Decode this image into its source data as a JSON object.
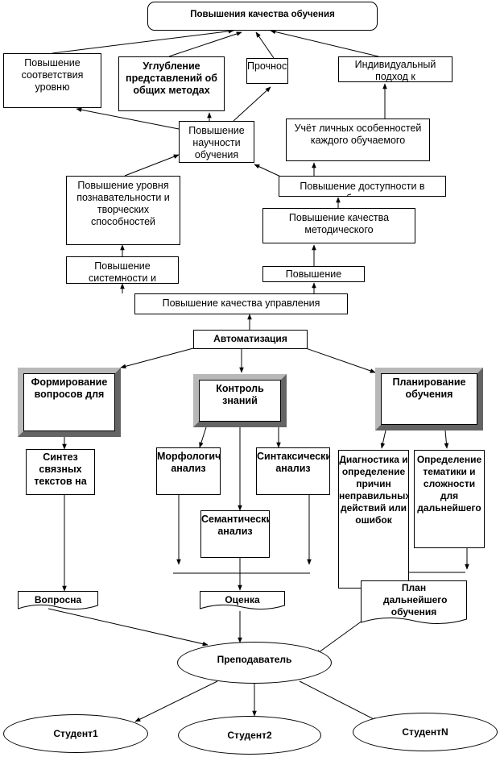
{
  "nodes": {
    "top": "Повышения качества обучения",
    "conformity": "Повышение соответствия уровню",
    "deepening": "Углубление представлений об общих методах",
    "durability": "Прочность",
    "individual": "Индивидуальный подход к",
    "scientific": "Повышение научности обучения",
    "personal": "Учёт личных особенностей каждого обучаемого",
    "accessibility": "Повышение доступности в обучении",
    "cognitive": "Повышение уровня познавательности и творческих способностей",
    "methodical": "Повышение качества методического",
    "systematic": "Повышение системности и",
    "increase": "Повышение",
    "management": "Повышение качества управления",
    "automation": "Автоматизация",
    "forming": "Формирование вопросов для",
    "control": "Контроль знаний",
    "planning": "Планирование обучения",
    "synthesis": "Синтез связных текстов на",
    "morph": "Морфологический анализ",
    "syntax": "Синтаксический анализ",
    "diagnostics": "Диагностика и определение причин неправильных действий или ошибок",
    "topics": "Определение тематики и сложности для дальнейшего",
    "semantic": "Семантический анализ",
    "questionnaire": "Вопросна",
    "grade": "Оценка",
    "plan": "План дальнейшего обучения",
    "teacher": "Преподаватель",
    "student1": "Студент1",
    "student2": "Студент2",
    "studentN": "СтудентN"
  }
}
